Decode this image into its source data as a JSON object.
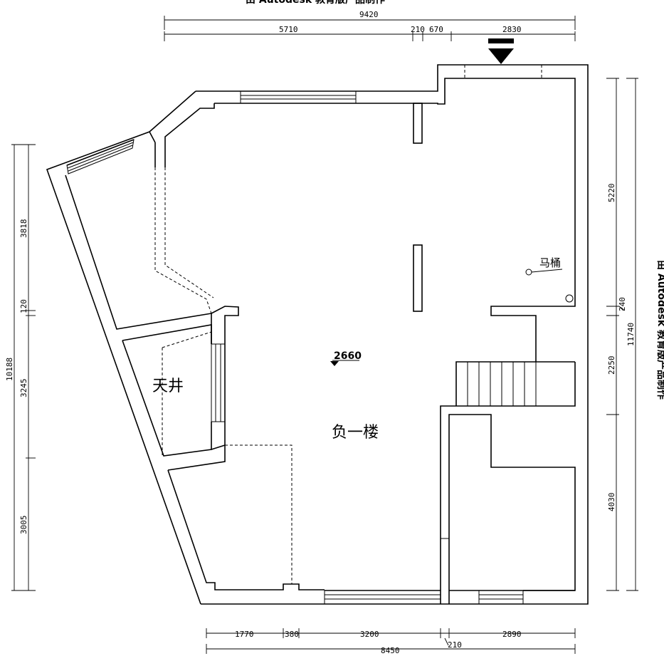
{
  "watermark": {
    "top": "由 Autodesk 教育版产品制作",
    "right": "由 Autodesk 教育版产品制作"
  },
  "labels": {
    "room": "负一楼",
    "courtyard": "天井",
    "toilet": "马桶",
    "elevation": "2660"
  },
  "dimensions": {
    "top_total": "9420",
    "top_segments": [
      "5710",
      "210",
      "670",
      "2830"
    ],
    "bottom_segments": [
      "1770",
      "380",
      "3200",
      "2890"
    ],
    "bottom_small": "210",
    "bottom_total": "8450",
    "left_total": "10188",
    "left_segments": [
      "3818",
      "120",
      "3245",
      "3005"
    ],
    "right_segments": [
      "5220",
      "240",
      "2250",
      "4030"
    ],
    "right_total": "11740"
  }
}
